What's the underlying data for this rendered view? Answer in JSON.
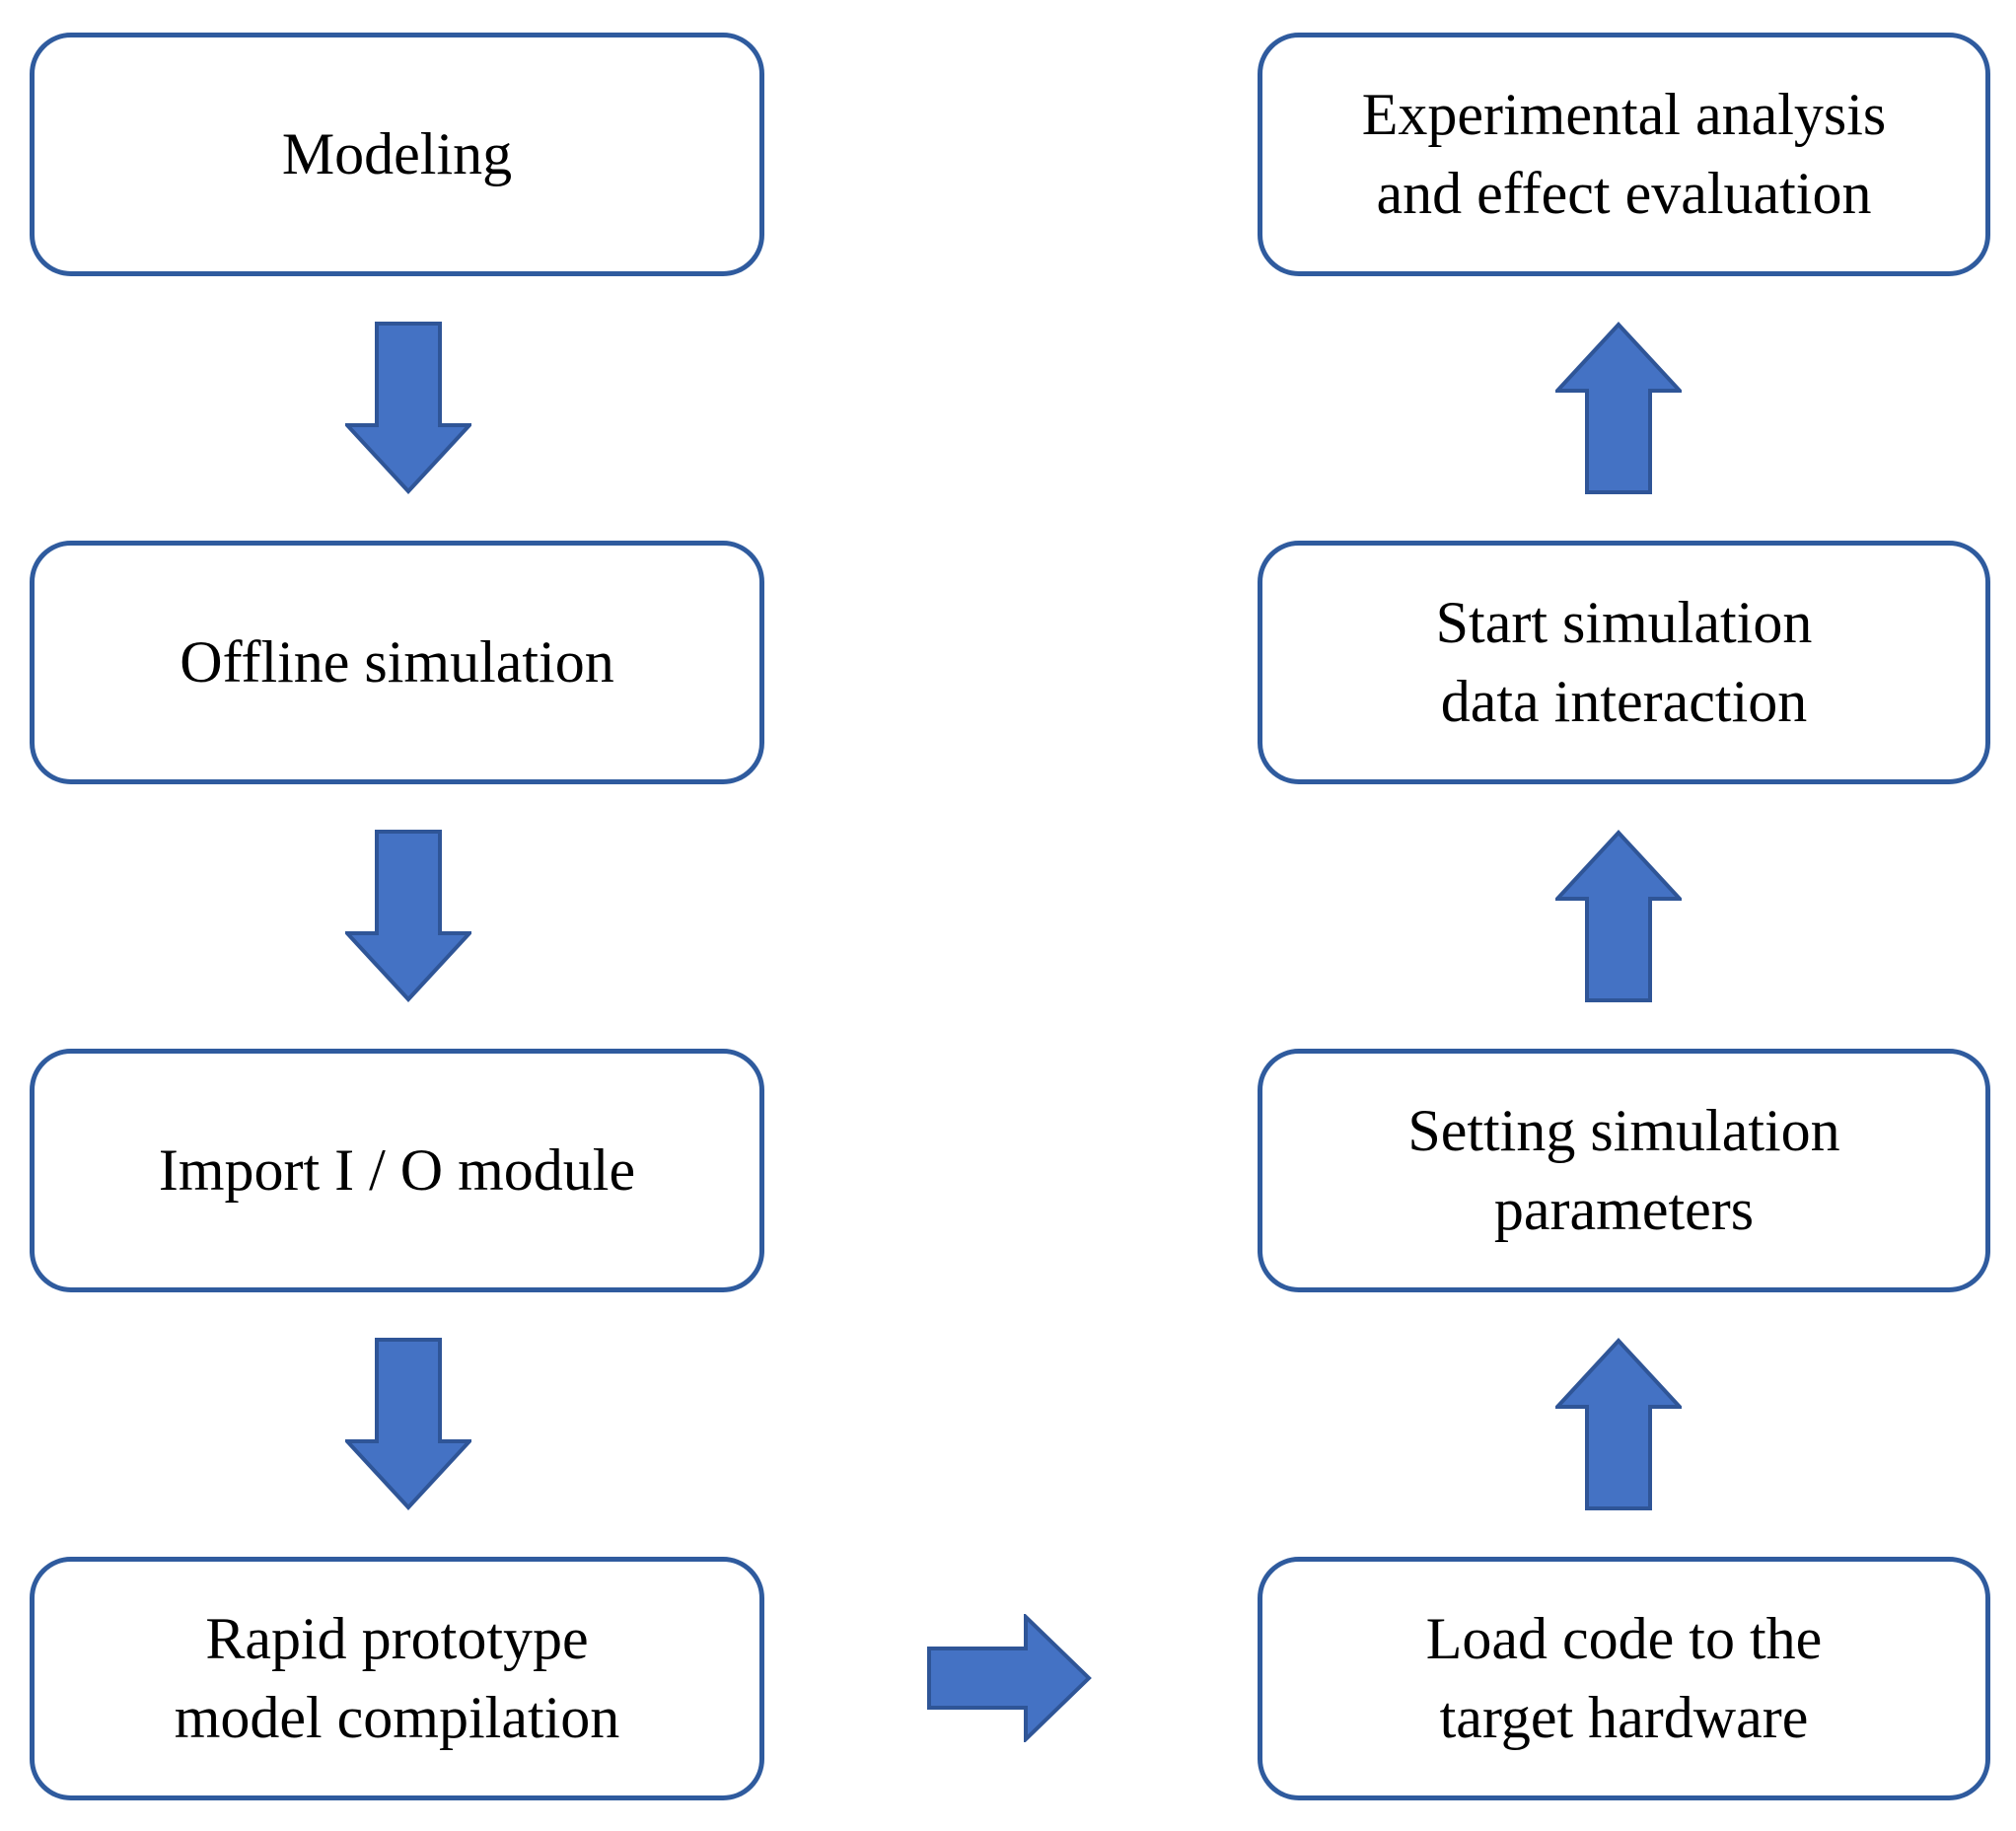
{
  "colors": {
    "background": "#ffffff",
    "box_border": "#2f5b9e",
    "box_fill": "#ffffff",
    "arrow_fill": "#4472c4",
    "arrow_outline": "#2f5597",
    "text": "#000000"
  },
  "boxes": [
    {
      "id": "modeling",
      "label": "Modeling"
    },
    {
      "id": "offline-simulation",
      "label": "Offline simulation"
    },
    {
      "id": "import-io-module",
      "label": "Import I / O module"
    },
    {
      "id": "rapid-prototype-model-compilation",
      "label": "Rapid prototype\nmodel compilation"
    },
    {
      "id": "experimental-analysis-and-effect-evaluation",
      "label": "Experimental analysis\nand effect evaluation"
    },
    {
      "id": "start-simulation-data-interaction",
      "label": "Start simulation\ndata interaction"
    },
    {
      "id": "setting-simulation-parameters",
      "label": "Setting simulation\nparameters"
    },
    {
      "id": "load-code-to-target-hardware",
      "label": "Load code to the\ntarget hardware"
    }
  ],
  "arrows": [
    {
      "direction": "down",
      "from": "Modeling",
      "to": "Offline simulation"
    },
    {
      "direction": "down",
      "from": "Offline simulation",
      "to": "Import I / O module"
    },
    {
      "direction": "down",
      "from": "Import I / O module",
      "to": "Rapid prototype model compilation"
    },
    {
      "direction": "right",
      "from": "Rapid prototype model compilation",
      "to": "Load code to the target hardware"
    },
    {
      "direction": "up",
      "from": "Load code to the target hardware",
      "to": "Setting simulation parameters"
    },
    {
      "direction": "up",
      "from": "Setting simulation parameters",
      "to": "Start simulation data interaction"
    },
    {
      "direction": "up",
      "from": "Start simulation data interaction",
      "to": "Experimental analysis and effect evaluation"
    }
  ]
}
